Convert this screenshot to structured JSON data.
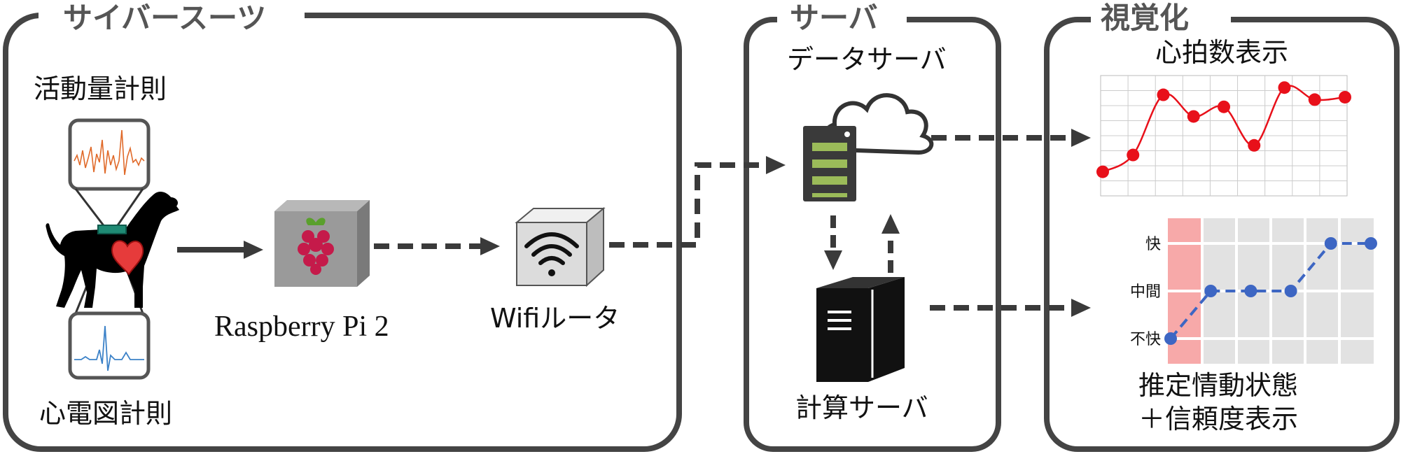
{
  "panels": {
    "suit": {
      "title": "サイバースーツ"
    },
    "server": {
      "title": "サーバ"
    },
    "visual": {
      "title": "視覚化"
    }
  },
  "labels": {
    "activity": "活動量計則",
    "ecg": "心電図計則",
    "raspberry": "Raspberry Pi 2",
    "wifi": "Wifiルータ",
    "data_server": "データサーバ",
    "compute_server": "計算サーバ",
    "heart_rate": "心拍数表示",
    "emotion_line1": "推定情動状態",
    "emotion_line2": "＋信頼度表示"
  },
  "colors": {
    "panel_border": "#444444",
    "arrow": "#3a3a3a",
    "heart_line": "#e8101a",
    "emotion_line": "#3d66c3",
    "highlight": "#f7a9a9",
    "grid_bg": "#e2e2e2",
    "server_stripe": "#9bbb59"
  },
  "chart_data": [
    {
      "type": "line",
      "title": "心拍数表示",
      "x": [
        0,
        1,
        2,
        3,
        4,
        5,
        6,
        7,
        8
      ],
      "series": [
        {
          "values": [
            1.0,
            1.7,
            4.2,
            3.3,
            3.7,
            2.1,
            4.5,
            4.0,
            4.1
          ]
        }
      ],
      "grid": true
    },
    {
      "type": "line",
      "title": "推定情動状態",
      "categories_y": [
        "不快",
        "中間",
        "快"
      ],
      "x": [
        0,
        1,
        2,
        3,
        4,
        5
      ],
      "series": [
        {
          "values": [
            0,
            1,
            1,
            1,
            2,
            2
          ]
        }
      ],
      "highlight_column": 0,
      "grid": true
    }
  ]
}
